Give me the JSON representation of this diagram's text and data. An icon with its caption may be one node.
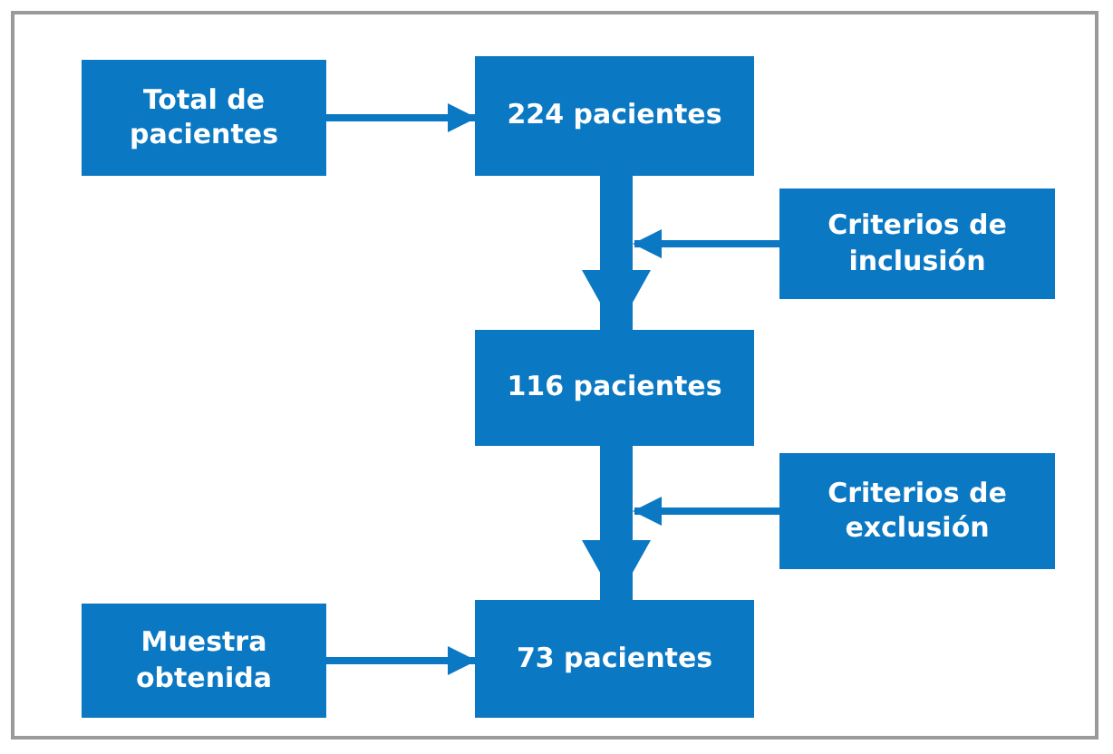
{
  "diagram": {
    "nodes": [
      {
        "text": [
          "Total de pacientes"
        ]
      },
      {
        "text": [
          "224 pacientes"
        ]
      },
      {
        "text": [
          "Criterios de inclusión"
        ]
      },
      {
        "text": [
          "116 pacientes"
        ]
      },
      {
        "text": [
          "Criterios de exclusión"
        ]
      },
      {
        "text": [
          "Muestra obtenida"
        ]
      },
      {
        "text": [
          "73 pacientes"
        ]
      }
    ],
    "edges": [
      {
        "from": 0,
        "to": 1,
        "arrow": "to"
      },
      {
        "from": 1,
        "to": 3,
        "arrow": "to",
        "style": "thick"
      },
      {
        "from": 2,
        "to": null,
        "arrow": "to"
      },
      {
        "from": 3,
        "to": 6,
        "arrow": "to",
        "style": "thick"
      },
      {
        "from": 4,
        "to": null,
        "arrow": "to"
      },
      {
        "from": 5,
        "to": 6,
        "arrow": "to"
      }
    ]
  }
}
